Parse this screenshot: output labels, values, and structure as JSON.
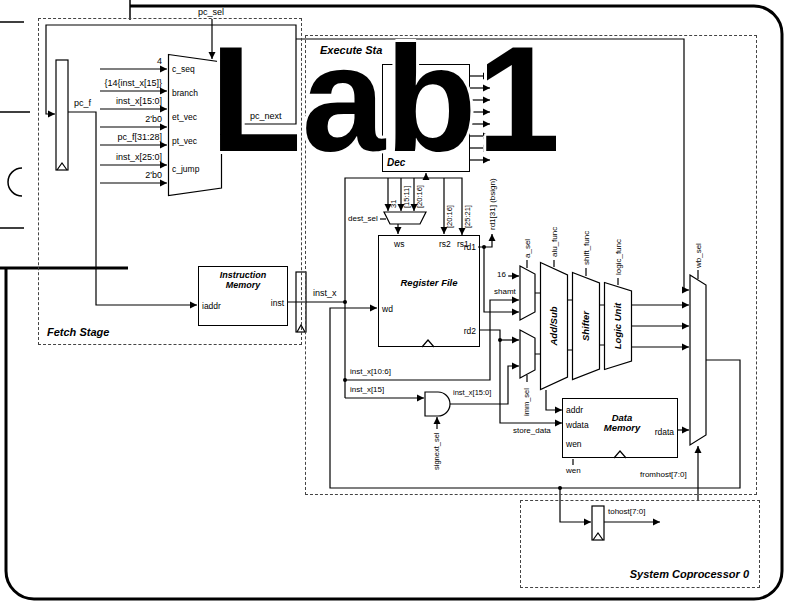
{
  "diagram": {
    "title": "Lab1",
    "nodes": [
      {
        "text": [
          "Fetch Stage"
        ]
      },
      {
        "text": [
          "Execute Sta"
        ]
      },
      {
        "text": [
          "System Coprocessor 0"
        ]
      },
      {
        "text": [
          "c_seq",
          "branch",
          "et_vec",
          "pt_vec",
          "c_jump"
        ],
        "in": 0
      },
      {
        "text": [
          "Instruction Memory",
          "iaddr",
          "inst"
        ],
        "in": 0
      },
      {
        "text": [
          "Dec"
        ],
        "in": 1
      },
      {
        "text": [
          "Register File",
          "ws",
          "rs2",
          "rs1",
          "rd1",
          "wd",
          "rd2"
        ],
        "in": 1
      },
      {
        "text": [
          "Add/Sub"
        ],
        "in": 1
      },
      {
        "text": [
          "Shifter"
        ],
        "in": 1
      },
      {
        "text": [
          "Logic Unit"
        ],
        "in": 1
      },
      {
        "text": [
          "Data Memory",
          "addr",
          "wdata",
          "wen",
          "rdata"
        ],
        "in": 1
      }
    ],
    "edges": [
      {
        "from": 4,
        "to": 6,
        "arrow": "to",
        "label": "inst_x"
      },
      {
        "from": 6,
        "to": 10,
        "arrow": "to",
        "label": "store_data"
      },
      {
        "from": 7,
        "to": 10,
        "arrow": "to"
      }
    ],
    "labels": [
      "pc_sel",
      "4",
      "{14{inst_x[15]}",
      "inst_x[15:0]",
      "2'b0",
      "pc_f[31:28]",
      "inst_x[25:0]",
      "2'b0",
      "pc_f",
      "pc_next",
      "rd1[31] (bsign)",
      "dest_sel",
      "31",
      "[15:11]",
      "[20:16]",
      "[20:16]",
      "[25:21]",
      "16",
      "shamt",
      "a_sel",
      "alu_func",
      "shift_func",
      "logic_func",
      "wb_sel",
      "inst_x[10:6]",
      "inst_x[15]",
      "inst_x[15:0]",
      "signext_sel",
      "imm_sel",
      "wen",
      "tohost[7:0]",
      "fromhost[7:0]"
    ]
  }
}
